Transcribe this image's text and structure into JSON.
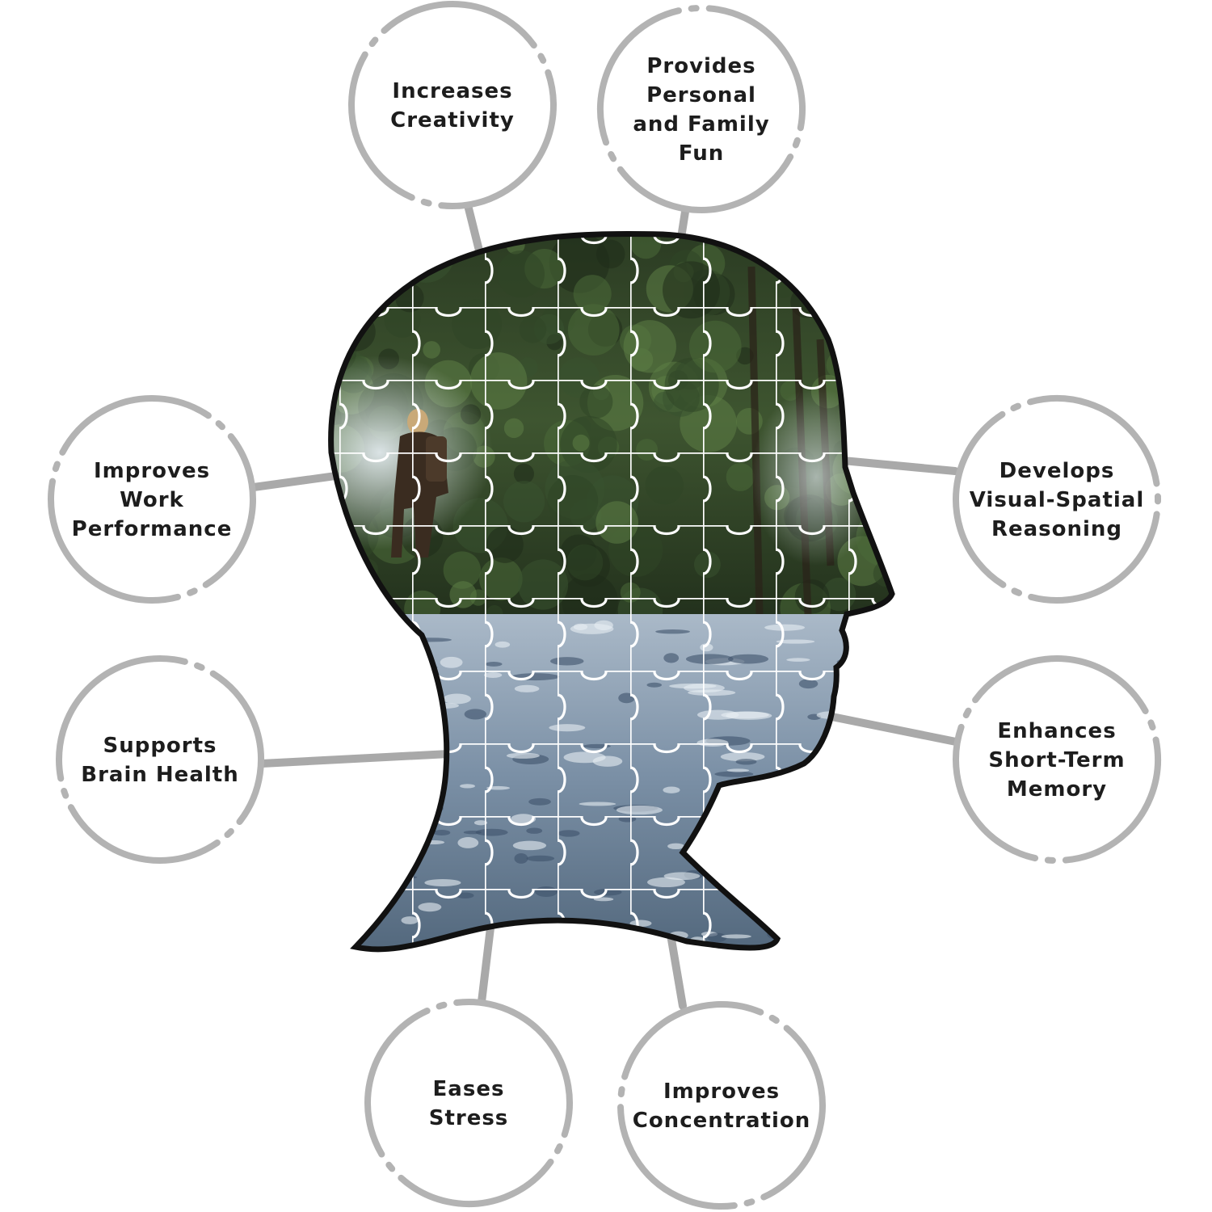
{
  "diagram": {
    "colors": {
      "circle_stroke": "#b3b3b3",
      "connector": "#a9a9a9",
      "text": "#1d1d1d",
      "head_outline": "#111111",
      "puzzle_lines": "#ffffff",
      "forest_dark": "#26331f",
      "forest_mid": "#3f5733",
      "mist": "#c9d4da",
      "water": "#8ea3b7",
      "water_dark": "#4c6177"
    },
    "head": {
      "name": "head-silhouette",
      "fill": "forest-and-river-jigsaw-photo"
    },
    "benefits": [
      {
        "id": "increases-creativity",
        "lines": [
          "Increases",
          "Creativity"
        ]
      },
      {
        "id": "provides-personal-and-family-fun",
        "lines": [
          "Provides",
          "Personal",
          "and Family",
          "Fun"
        ]
      },
      {
        "id": "improves-work-performance",
        "lines": [
          "Improves",
          "Work",
          "Performance"
        ]
      },
      {
        "id": "develops-visual-spatial-reasoning",
        "lines": [
          "Develops",
          "Visual-Spatial",
          "Reasoning"
        ]
      },
      {
        "id": "supports-brain-health",
        "lines": [
          "Supports",
          "Brain Health"
        ]
      },
      {
        "id": "enhances-short-term-memory",
        "lines": [
          "Enhances",
          "Short-Term",
          "Memory"
        ]
      },
      {
        "id": "eases-stress",
        "lines": [
          "Eases",
          "Stress"
        ]
      },
      {
        "id": "improves-concentration",
        "lines": [
          "Improves",
          "Concentration"
        ]
      }
    ]
  }
}
